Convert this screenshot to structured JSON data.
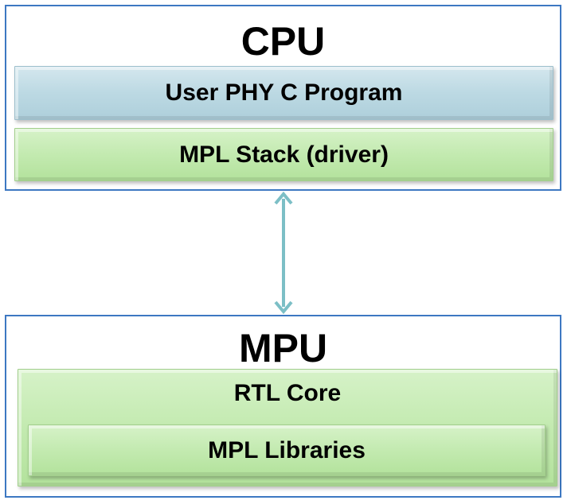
{
  "cpu": {
    "title": "CPU",
    "layers": {
      "user_program": "User PHY C Program",
      "mpl_stack": "MPL Stack (driver)"
    }
  },
  "mpu": {
    "title": "MPU",
    "layers": {
      "rtl_core": "RTL Core",
      "mpl_libraries": "MPL Libraries"
    }
  },
  "colors": {
    "outer_border": "#3d78c2",
    "blue_layer": "#bcd9e3",
    "green_layer": "#c3eab0",
    "connector": "#7cbfc6"
  },
  "connector": {
    "type": "bidirectional-arrow"
  }
}
